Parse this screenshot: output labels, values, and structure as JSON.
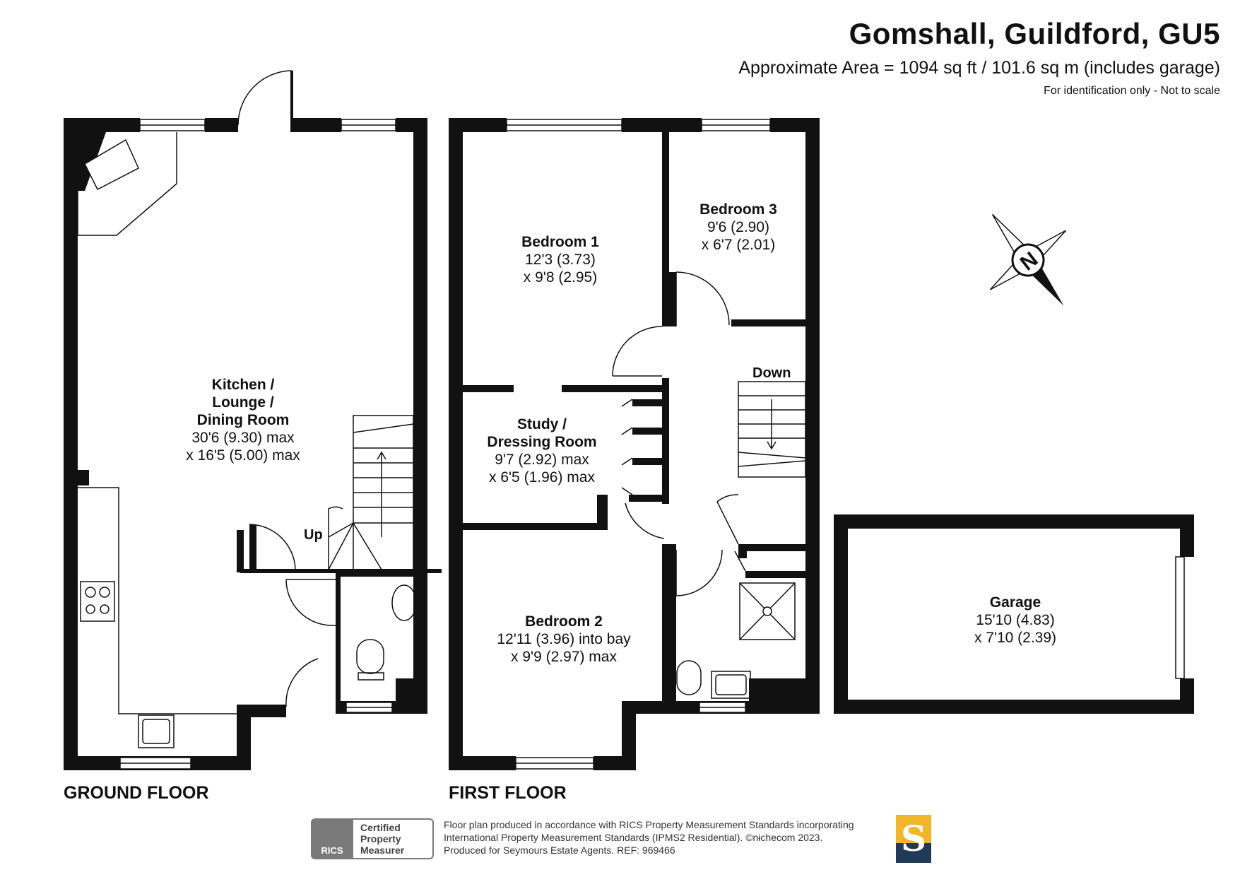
{
  "header": {
    "title": "Gomshall, Guildford, GU5",
    "area": "Approximate Area = 1094 sq ft / 101.6 sq m (includes garage)",
    "note": "For identification only - Not to scale"
  },
  "floors": {
    "ground": "GROUND FLOOR",
    "first": "FIRST FLOOR"
  },
  "rooms": {
    "kitchen": {
      "name_lines": [
        "Kitchen /",
        "Lounge /",
        "Dining Room"
      ],
      "dims": [
        "30'6 (9.30) max",
        "x 16'5 (5.00) max"
      ]
    },
    "bedroom1": {
      "name_lines": [
        "Bedroom 1"
      ],
      "dims": [
        "12'3 (3.73)",
        "x 9'8 (2.95)"
      ]
    },
    "bedroom3": {
      "name_lines": [
        "Bedroom 3"
      ],
      "dims": [
        "9'6 (2.90)",
        "x 6'7 (2.01)"
      ]
    },
    "study": {
      "name_lines": [
        "Study /",
        "Dressing Room"
      ],
      "dims": [
        "9'7 (2.92) max",
        "x 6'5 (1.96) max"
      ]
    },
    "bedroom2": {
      "name_lines": [
        "Bedroom 2"
      ],
      "dims": [
        "12'11 (3.96) into bay",
        "x 9'9 (2.97) max"
      ]
    },
    "garage": {
      "name_lines": [
        "Garage"
      ],
      "dims": [
        "15'10 (4.83)",
        "x 7'10 (2.39)"
      ]
    }
  },
  "stairs": {
    "up": "Up",
    "down": "Down"
  },
  "compass": {
    "label": "N"
  },
  "footer": {
    "lines": [
      "Floor plan produced in accordance with RICS Property Measurement Standards incorporating",
      "International Property Measurement Standards (IPMS2 Residential).   ©nɨchecom 2023.",
      "Produced for Seymours Estate Agents.    REF:  969466"
    ],
    "badge": [
      "Certified",
      "Property",
      "Measurer"
    ],
    "rics": "RICS",
    "logo_letter": "S",
    "colors": {
      "wall": "#111111",
      "rics_grey": "#7a7a7a",
      "logo_gold": "#f2b62a",
      "logo_navy": "#1f3b57"
    }
  }
}
